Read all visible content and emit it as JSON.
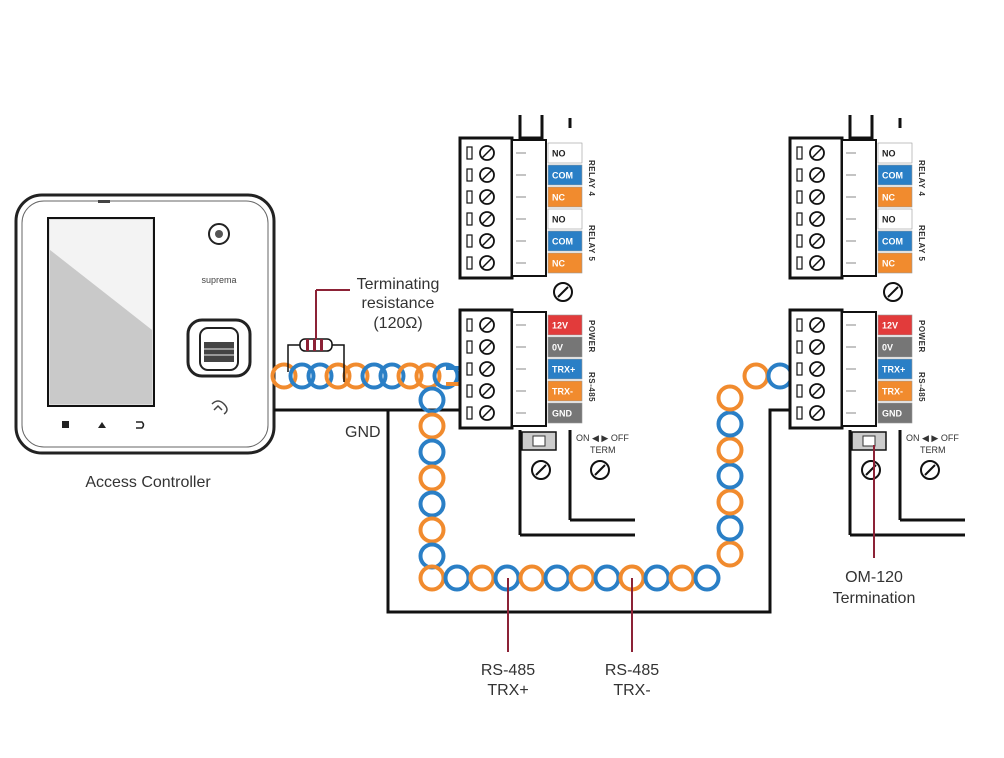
{
  "colors": {
    "orange": "#f18b2e",
    "blue": "#2a7fc6",
    "red": "#e23b3b",
    "gray": "#767676",
    "wire": "#111111",
    "callout": "#8c2236"
  },
  "labels": {
    "access_controller": "Access Controller",
    "terminating_1": "Terminating",
    "terminating_2": "resistance",
    "terminating_3": "(120Ω)",
    "gnd": "GND",
    "trx_plus_1": "RS-485",
    "trx_plus_2": "TRX+",
    "trx_minus_1": "RS-485",
    "trx_minus_2": "TRX-",
    "om120_1": "OM-120",
    "om120_2": "Termination",
    "brand": "suprema"
  },
  "module": {
    "relay4": "RELAY 4",
    "relay5": "RELAY 5",
    "power": "POWER",
    "rs485": "RS-485",
    "switch_text": "ON ◀ ▶ OFF",
    "term": "TERM",
    "relay_terminals": [
      {
        "label": "NO",
        "color": "white"
      },
      {
        "label": "COM",
        "color": "blue"
      },
      {
        "label": "NC",
        "color": "orange"
      },
      {
        "label": "NO",
        "color": "white"
      },
      {
        "label": "COM",
        "color": "blue"
      },
      {
        "label": "NC",
        "color": "orange"
      }
    ],
    "power_terminals": [
      {
        "label": "12V",
        "color": "red"
      },
      {
        "label": "0V",
        "color": "gray"
      },
      {
        "label": "TRX+",
        "color": "blue"
      },
      {
        "label": "TRX-",
        "color": "orange"
      },
      {
        "label": "GND",
        "color": "gray"
      }
    ]
  },
  "device_icons": [
    "home-icon",
    "back-icon",
    "menu-icon"
  ]
}
